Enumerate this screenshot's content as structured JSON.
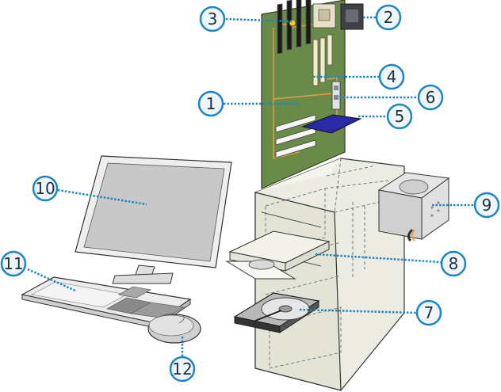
{
  "colors": {
    "callout_ring": "#1e84c4",
    "callout_fill": "#eef6fb",
    "leader": "#1e84c4",
    "motherboard": "#6a8a4a",
    "case_fill": "#e8e8dc",
    "gray_part": "#d8d8d8",
    "dark_outline": "#333333",
    "cpu_heatsink_blue": "#2a2aa8"
  },
  "callouts": [
    {
      "id": "1",
      "label": "1",
      "part": "motherboard"
    },
    {
      "id": "2",
      "label": "2",
      "part": "cpu"
    },
    {
      "id": "3",
      "label": "3",
      "part": "cpu-socket"
    },
    {
      "id": "4",
      "label": "4",
      "part": "ram-slots"
    },
    {
      "id": "5",
      "label": "5",
      "part": "expansion-card"
    },
    {
      "id": "6",
      "label": "6",
      "part": "io-connectors"
    },
    {
      "id": "7",
      "label": "7",
      "part": "hard-drive"
    },
    {
      "id": "8",
      "label": "8",
      "part": "optical-drive"
    },
    {
      "id": "9",
      "label": "9",
      "part": "power-supply"
    },
    {
      "id": "10",
      "label": "10",
      "part": "monitor"
    },
    {
      "id": "11",
      "label": "11",
      "part": "keyboard"
    },
    {
      "id": "12",
      "label": "12",
      "part": "mouse"
    }
  ]
}
